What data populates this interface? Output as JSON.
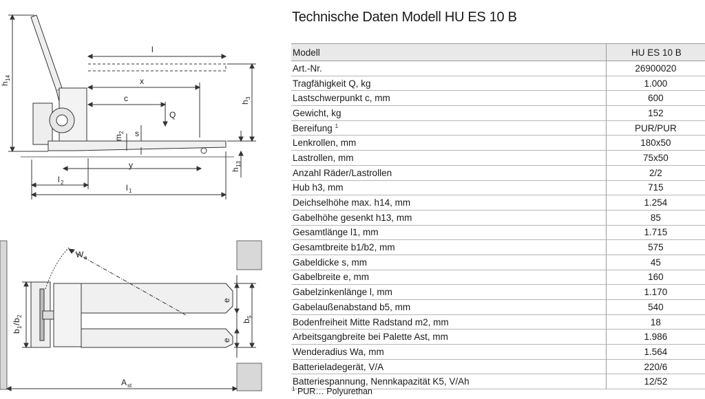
{
  "title": "Technische Daten Modell HU ES 10 B",
  "table": {
    "header_label": "Modell",
    "header_value": "HU ES 10 B",
    "rows": [
      {
        "label": "Art.-Nr.",
        "value": "26900020"
      },
      {
        "label": "Tragfähigkeit Q, kg",
        "value": "1.000"
      },
      {
        "label": "Lastschwerpunkt c, mm",
        "value": "600"
      },
      {
        "label": "Gewicht, kg",
        "value": "152"
      },
      {
        "label": "Bereifung",
        "sup": "1",
        "value": "PUR/PUR"
      },
      {
        "label": "Lenkrollen, mm",
        "value": "180x50"
      },
      {
        "label": "Lastrollen, mm",
        "value": "75x50"
      },
      {
        "label": "Anzahl Räder/Lastrollen",
        "value": "2/2"
      },
      {
        "label": "Hub h3, mm",
        "value": "715"
      },
      {
        "label": "Deichselhöhe max. h14, mm",
        "value": "1.254"
      },
      {
        "label": "Gabelhöhe gesenkt h13, mm",
        "value": "85"
      },
      {
        "label": "Gesamtlänge l1, mm",
        "value": "1.715"
      },
      {
        "label": "Gesamtbreite b1/b2, mm",
        "value": "575"
      },
      {
        "label": "Gabeldicke s, mm",
        "value": "45"
      },
      {
        "label": "Gabelbreite e, mm",
        "value": "160"
      },
      {
        "label": "Gabelzinkenlänge l, mm",
        "value": "1.170"
      },
      {
        "label": "Gabelaußenabstand b5, mm",
        "value": "540"
      },
      {
        "label": "Bodenfreiheit Mitte Radstand m2, mm",
        "value": "18"
      },
      {
        "label": "Arbeitsgangbreite bei Palette Ast, mm",
        "value": "1.986"
      },
      {
        "label": "Wenderadius Wa, mm",
        "value": "1.564"
      },
      {
        "label": "Batterieladegerät, V/A",
        "value": "220/6"
      },
      {
        "label": "Batteriespannung, Nennkapazität K5, V/Ah",
        "value": "12/52"
      }
    ]
  },
  "footnote": {
    "marker": "1",
    "text": "PUR… Polyurethan"
  },
  "drawing": {
    "side_labels": {
      "l": "l",
      "x": "x",
      "c": "c",
      "Q": "Q",
      "s": "s",
      "y": "y",
      "h": "h",
      "h14_sub": "14",
      "h3_sub": "3",
      "h13_sub": "13",
      "m": "m",
      "m2_sub": "2",
      "l2_sub": "2",
      "l1_sub": "1"
    },
    "top_labels": {
      "W": "W",
      "Wa_sub": "a",
      "b1b2": "b",
      "b1_sub": "1",
      "b2_sub": "2",
      "slash": "/",
      "e": "e",
      "b5": "b",
      "b5_sub": "5",
      "A": "A",
      "Ast_sub": "st"
    }
  }
}
